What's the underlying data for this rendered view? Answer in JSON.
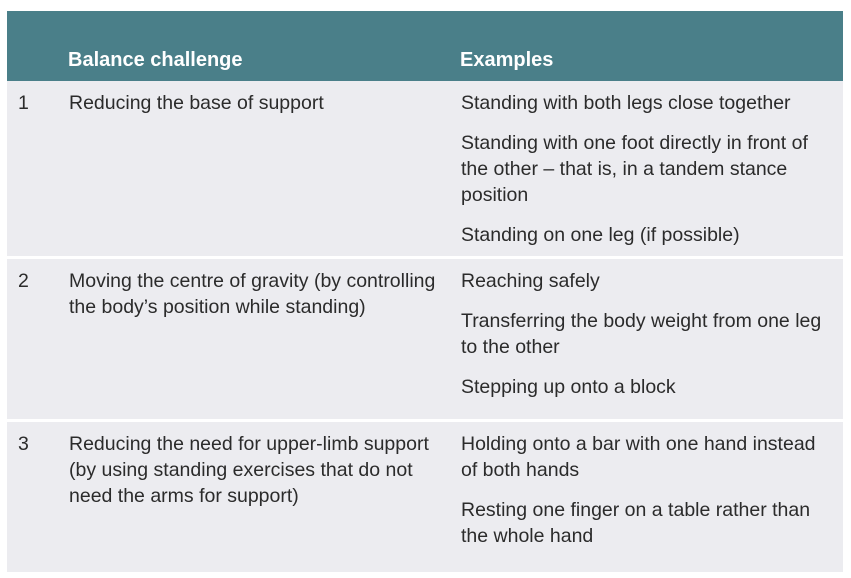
{
  "header": {
    "challenge": "Balance challenge",
    "examples": "Examples"
  },
  "rows": [
    {
      "number": "1",
      "challenge": "Reducing the base of support",
      "examples": [
        "Standing with both legs close together",
        "Standing with one foot directly in front of the other – that is, in a tandem stance position",
        "Standing on one leg (if possible)"
      ]
    },
    {
      "number": "2",
      "challenge": "Moving the centre of gravity (by controlling the body’s position while standing)",
      "examples": [
        "Reaching safely",
        "Transferring the body weight from one leg to the other",
        "Stepping up onto a block"
      ]
    },
    {
      "number": "3",
      "challenge": "Reducing the need for upper-limb support (by using standing exercises that do not need the arms for support)",
      "examples": [
        "Holding onto a bar with one hand instead of both hands",
        "Resting one finger on a table rather than the whole hand"
      ]
    }
  ],
  "colors": {
    "header_bg": "#4a7f89",
    "row_bg": "#ececf0",
    "text": "#2b2b2b"
  }
}
